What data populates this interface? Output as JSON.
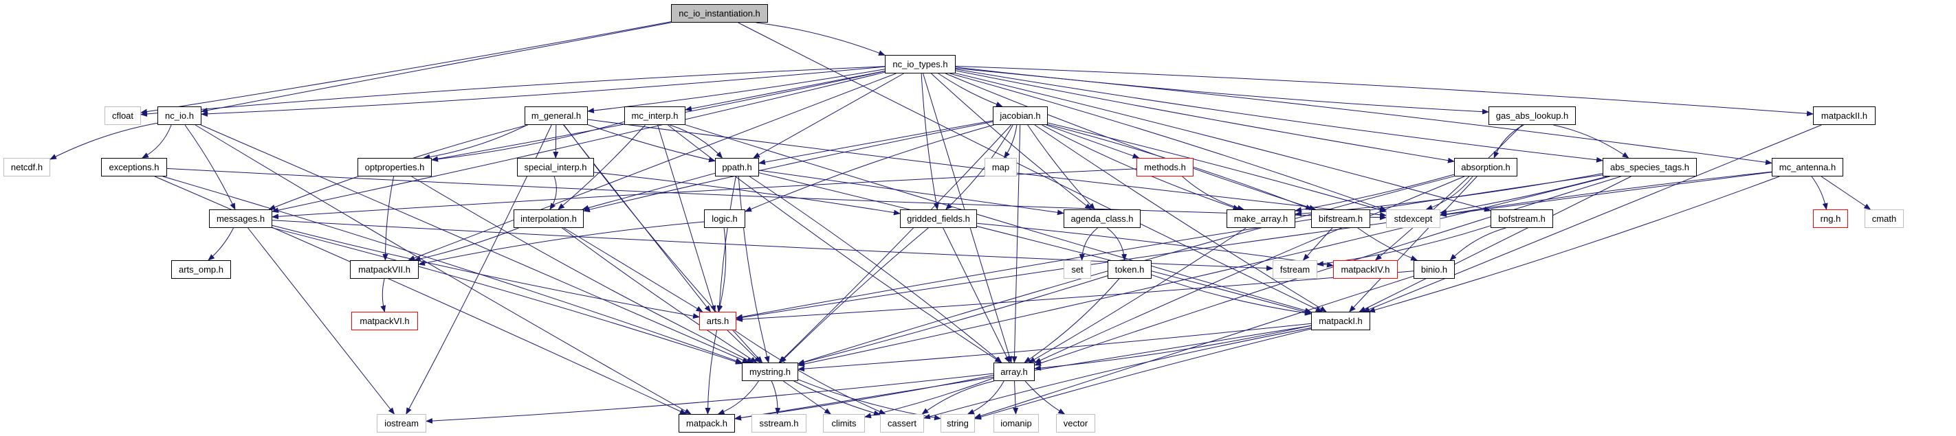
{
  "graph": {
    "title": "nc_io_instantiation.h",
    "edge_color": "#191970",
    "legend_colors": {
      "root_fill": "#bfbfbf",
      "local_border": "#000000",
      "system_border": "#bfbfbf",
      "undocumented_border": "#ff0000"
    },
    "nodes": [
      {
        "id": "nc_io_instantiation",
        "label": "nc_io_instantiation.h",
        "kind": "root"
      },
      {
        "id": "nc_io_types",
        "label": "nc_io_types.h",
        "kind": "local"
      },
      {
        "id": "cfloat",
        "label": "cfloat",
        "kind": "system"
      },
      {
        "id": "nc_io",
        "label": "nc_io.h",
        "kind": "local"
      },
      {
        "id": "m_general",
        "label": "m_general.h",
        "kind": "local"
      },
      {
        "id": "mc_interp",
        "label": "mc_interp.h",
        "kind": "local"
      },
      {
        "id": "jacobian",
        "label": "jacobian.h",
        "kind": "local"
      },
      {
        "id": "gas_abs_lookup",
        "label": "gas_abs_lookup.h",
        "kind": "local"
      },
      {
        "id": "matpackII",
        "label": "matpackII.h",
        "kind": "local"
      },
      {
        "id": "netcdf",
        "label": "netcdf.h",
        "kind": "system"
      },
      {
        "id": "exceptions",
        "label": "exceptions.h",
        "kind": "local"
      },
      {
        "id": "optproperties",
        "label": "optproperties.h",
        "kind": "local"
      },
      {
        "id": "special_interp",
        "label": "special_interp.h",
        "kind": "local"
      },
      {
        "id": "ppath",
        "label": "ppath.h",
        "kind": "local"
      },
      {
        "id": "map",
        "label": "map",
        "kind": "system"
      },
      {
        "id": "methods",
        "label": "methods.h",
        "kind": "missing"
      },
      {
        "id": "absorption",
        "label": "absorption.h",
        "kind": "local"
      },
      {
        "id": "abs_species_tags",
        "label": "abs_species_tags.h",
        "kind": "local"
      },
      {
        "id": "mc_antenna",
        "label": "mc_antenna.h",
        "kind": "local"
      },
      {
        "id": "messages",
        "label": "messages.h",
        "kind": "local"
      },
      {
        "id": "interpolation",
        "label": "interpolation.h",
        "kind": "local"
      },
      {
        "id": "logic",
        "label": "logic.h",
        "kind": "local"
      },
      {
        "id": "gridded_fields",
        "label": "gridded_fields.h",
        "kind": "local"
      },
      {
        "id": "agenda_class",
        "label": "agenda_class.h",
        "kind": "local"
      },
      {
        "id": "make_array",
        "label": "make_array.h",
        "kind": "local"
      },
      {
        "id": "bifstream",
        "label": "bifstream.h",
        "kind": "local"
      },
      {
        "id": "stdexcept",
        "label": "stdexcept",
        "kind": "system"
      },
      {
        "id": "bofstream",
        "label": "bofstream.h",
        "kind": "local"
      },
      {
        "id": "rng",
        "label": "rng.h",
        "kind": "missing"
      },
      {
        "id": "cmath",
        "label": "cmath",
        "kind": "system"
      },
      {
        "id": "arts_omp",
        "label": "arts_omp.h",
        "kind": "local"
      },
      {
        "id": "matpackVII",
        "label": "matpackVII.h",
        "kind": "local"
      },
      {
        "id": "set",
        "label": "set",
        "kind": "system"
      },
      {
        "id": "token",
        "label": "token.h",
        "kind": "local"
      },
      {
        "id": "fstream",
        "label": "fstream",
        "kind": "system"
      },
      {
        "id": "matpackIV",
        "label": "matpackIV.h",
        "kind": "missing"
      },
      {
        "id": "binio",
        "label": "binio.h",
        "kind": "local"
      },
      {
        "id": "matpackVI",
        "label": "matpackVI.h",
        "kind": "missing"
      },
      {
        "id": "arts",
        "label": "arts.h",
        "kind": "missing"
      },
      {
        "id": "matpackI",
        "label": "matpackI.h",
        "kind": "local"
      },
      {
        "id": "mystring",
        "label": "mystring.h",
        "kind": "local"
      },
      {
        "id": "array",
        "label": "array.h",
        "kind": "local"
      },
      {
        "id": "iostream",
        "label": "iostream",
        "kind": "system"
      },
      {
        "id": "matpack",
        "label": "matpack.h",
        "kind": "local"
      },
      {
        "id": "sstream",
        "label": "sstream.h",
        "kind": "system"
      },
      {
        "id": "climits",
        "label": "climits",
        "kind": "system"
      },
      {
        "id": "cassert",
        "label": "cassert",
        "kind": "system"
      },
      {
        "id": "string",
        "label": "string",
        "kind": "system"
      },
      {
        "id": "iomanip",
        "label": "iomanip",
        "kind": "system"
      },
      {
        "id": "vector",
        "label": "vector",
        "kind": "system"
      }
    ],
    "edges": [
      [
        "nc_io_instantiation",
        "nc_io_types"
      ],
      [
        "nc_io_instantiation",
        "cfloat"
      ],
      [
        "nc_io_instantiation",
        "nc_io"
      ],
      [
        "nc_io_instantiation",
        "matpackI"
      ],
      [
        "nc_io_types",
        "cfloat"
      ],
      [
        "nc_io_types",
        "nc_io"
      ],
      [
        "nc_io_types",
        "m_general"
      ],
      [
        "nc_io_types",
        "mc_interp"
      ],
      [
        "nc_io_types",
        "jacobian"
      ],
      [
        "nc_io_types",
        "gas_abs_lookup"
      ],
      [
        "nc_io_types",
        "matpackII"
      ],
      [
        "nc_io_types",
        "optproperties"
      ],
      [
        "nc_io_types",
        "ppath"
      ],
      [
        "nc_io_types",
        "absorption"
      ],
      [
        "nc_io_types",
        "abs_species_tags"
      ],
      [
        "nc_io_types",
        "mc_antenna"
      ],
      [
        "nc_io_types",
        "messages"
      ],
      [
        "nc_io_types",
        "matpackVII"
      ],
      [
        "nc_io_types",
        "agenda_class"
      ],
      [
        "nc_io_types",
        "bifstream"
      ],
      [
        "nc_io_types",
        "stdexcept"
      ],
      [
        "nc_io_types",
        "bofstream"
      ],
      [
        "nc_io_types",
        "array"
      ],
      [
        "nc_io_types",
        "gridded_fields"
      ],
      [
        "nc_io",
        "netcdf"
      ],
      [
        "nc_io",
        "exceptions"
      ],
      [
        "nc_io",
        "messages"
      ],
      [
        "nc_io",
        "mystring"
      ],
      [
        "nc_io",
        "matpack"
      ],
      [
        "exceptions",
        "stdexcept"
      ],
      [
        "exceptions",
        "mystring"
      ],
      [
        "exceptions",
        "matpack"
      ],
      [
        "m_general",
        "special_interp"
      ],
      [
        "m_general",
        "ppath"
      ],
      [
        "m_general",
        "messages"
      ],
      [
        "m_general",
        "optproperties"
      ],
      [
        "m_general",
        "iostream"
      ],
      [
        "m_general",
        "arts"
      ],
      [
        "m_general",
        "stdexcept"
      ],
      [
        "m_general",
        "mystring"
      ],
      [
        "mc_interp",
        "ppath"
      ],
      [
        "mc_interp",
        "interpolation"
      ],
      [
        "mc_interp",
        "arts"
      ],
      [
        "mc_interp",
        "matpackI"
      ],
      [
        "mc_interp",
        "array"
      ],
      [
        "mc_interp",
        "optproperties"
      ],
      [
        "jacobian",
        "map"
      ],
      [
        "jacobian",
        "methods"
      ],
      [
        "jacobian",
        "agenda_class"
      ],
      [
        "jacobian",
        "make_array"
      ],
      [
        "jacobian",
        "bifstream"
      ],
      [
        "jacobian",
        "stdexcept"
      ],
      [
        "jacobian",
        "ppath"
      ],
      [
        "jacobian",
        "interpolation"
      ],
      [
        "jacobian",
        "logic"
      ],
      [
        "jacobian",
        "gridded_fields"
      ],
      [
        "jacobian",
        "mystring"
      ],
      [
        "jacobian",
        "array"
      ],
      [
        "jacobian",
        "matpackI"
      ],
      [
        "gas_abs_lookup",
        "absorption"
      ],
      [
        "gas_abs_lookup",
        "abs_species_tags"
      ],
      [
        "gas_abs_lookup",
        "matpackIV"
      ],
      [
        "matpackII",
        "matpackI"
      ],
      [
        "optproperties",
        "matpackVII"
      ],
      [
        "optproperties",
        "mystring"
      ],
      [
        "special_interp",
        "interpolation"
      ],
      [
        "special_interp",
        "gridded_fields"
      ],
      [
        "ppath",
        "interpolation"
      ],
      [
        "ppath",
        "arts"
      ],
      [
        "ppath",
        "mystring"
      ],
      [
        "ppath",
        "array"
      ],
      [
        "ppath",
        "matpackI"
      ],
      [
        "ppath",
        "agenda_class"
      ],
      [
        "methods",
        "messages"
      ],
      [
        "methods",
        "make_array"
      ],
      [
        "absorption",
        "stdexcept"
      ],
      [
        "absorption",
        "make_array"
      ],
      [
        "absorption",
        "matpackI"
      ],
      [
        "absorption",
        "array"
      ],
      [
        "absorption",
        "mystring"
      ],
      [
        "abs_species_tags",
        "make_array"
      ],
      [
        "abs_species_tags",
        "stdexcept"
      ],
      [
        "abs_species_tags",
        "matpackI"
      ],
      [
        "abs_species_tags",
        "array"
      ],
      [
        "abs_species_tags",
        "arts"
      ],
      [
        "abs_species_tags",
        "mystring"
      ],
      [
        "mc_antenna",
        "rng"
      ],
      [
        "mc_antenna",
        "cmath"
      ],
      [
        "mc_antenna",
        "stdexcept"
      ],
      [
        "mc_antenna",
        "arts"
      ],
      [
        "mc_antenna",
        "matpackI"
      ],
      [
        "messages",
        "arts_omp"
      ],
      [
        "messages",
        "iostream"
      ],
      [
        "messages",
        "fstream"
      ],
      [
        "messages",
        "arts"
      ],
      [
        "messages",
        "mystring"
      ],
      [
        "interpolation",
        "matpackVII"
      ],
      [
        "interpolation",
        "arts"
      ],
      [
        "interpolation",
        "mystring"
      ],
      [
        "logic",
        "matpackVII"
      ],
      [
        "logic",
        "arts"
      ],
      [
        "gridded_fields",
        "matpackIV"
      ],
      [
        "gridded_fields",
        "array"
      ],
      [
        "gridded_fields",
        "mystring"
      ],
      [
        "agenda_class",
        "set"
      ],
      [
        "agenda_class",
        "token"
      ],
      [
        "make_array",
        "array"
      ],
      [
        "bifstream",
        "fstream"
      ],
      [
        "bifstream",
        "binio"
      ],
      [
        "bofstream",
        "binio"
      ],
      [
        "bofstream",
        "fstream"
      ],
      [
        "binio",
        "arts"
      ],
      [
        "binio",
        "string"
      ],
      [
        "matpackVII",
        "matpackVI"
      ],
      [
        "token",
        "matpackI"
      ],
      [
        "token",
        "array"
      ],
      [
        "token",
        "mystring"
      ],
      [
        "arts",
        "mystring"
      ],
      [
        "arts",
        "matpack"
      ],
      [
        "arts",
        "cassert"
      ],
      [
        "matpackI",
        "array"
      ],
      [
        "matpackI",
        "mystring"
      ],
      [
        "matpackI",
        "matpack"
      ],
      [
        "matpackI",
        "string"
      ],
      [
        "matpackI",
        "cassert"
      ],
      [
        "mystring",
        "matpack"
      ],
      [
        "mystring",
        "sstream"
      ],
      [
        "mystring",
        "climits"
      ],
      [
        "mystring",
        "cassert"
      ],
      [
        "mystring",
        "string"
      ],
      [
        "array",
        "iostream"
      ],
      [
        "array",
        "matpack"
      ],
      [
        "array",
        "iomanip"
      ],
      [
        "array",
        "vector"
      ],
      [
        "array",
        "cassert"
      ],
      [
        "array",
        "string"
      ],
      [
        "array",
        "climits"
      ]
    ]
  }
}
